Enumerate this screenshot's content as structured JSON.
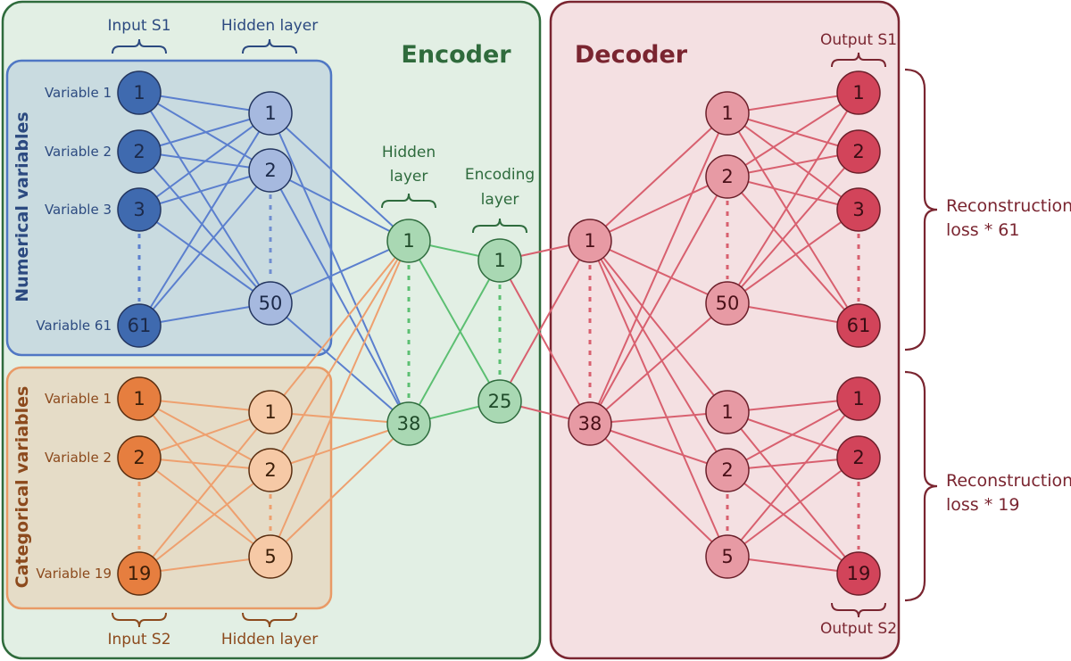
{
  "encoder_title": "Encoder",
  "decoder_title": "Decoder",
  "numerical_group": "Numerical variables",
  "categorical_group": "Categorical variables",
  "headers": {
    "input_s1": "Input S1",
    "hidden_top": "Hidden layer",
    "input_s2": "Input S2",
    "hidden_bottom": "Hidden layer",
    "hidden_mid_1": "Hidden",
    "hidden_mid_2": "layer",
    "encoding_1": "Encoding",
    "encoding_2": "layer",
    "output_s1": "Output S1",
    "output_s2": "Output S2"
  },
  "losses": {
    "s1_line1": "Reconstruction",
    "s1_line2": "loss * 61",
    "s2_line1": "Reconstruction",
    "s2_line2": "loss * 19"
  },
  "colors": {
    "blue_fill": "#3f6aaf",
    "blue_light": "#a6b9df",
    "blue_line": "#5b7fce",
    "blue_text": "#2c4a80",
    "orange_fill": "#e67e3f",
    "orange_light": "#f6c9a6",
    "orange_line": "#eea06f",
    "orange_text": "#8c4a1d",
    "green_fill": "#a9d8b3",
    "green_line": "#5cbf72",
    "green_text": "#2e6b3d",
    "red_fill": "#d2445a",
    "red_light": "#e79aa4",
    "red_line": "#d8606f",
    "red_text": "#7a2530"
  },
  "numerical_inputs": [
    {
      "label": "Variable 1",
      "num": "1"
    },
    {
      "label": "Variable 2",
      "num": "2"
    },
    {
      "label": "Variable 3",
      "num": "3"
    },
    {
      "label": "Variable 61",
      "num": "61"
    }
  ],
  "numerical_hidden": [
    "1",
    "2",
    "50"
  ],
  "categorical_inputs": [
    {
      "label": "Variable 1",
      "num": "1"
    },
    {
      "label": "Variable 2",
      "num": "2"
    },
    {
      "label": "Variable 19",
      "num": "19"
    }
  ],
  "categorical_hidden": [
    "1",
    "2",
    "5"
  ],
  "enc_hidden": [
    "1",
    "38"
  ],
  "enc_encoding": [
    "1",
    "25"
  ],
  "dec_hidden": [
    "1",
    "38"
  ],
  "dec_h1": [
    "1",
    "2",
    "50"
  ],
  "dec_out1": [
    "1",
    "2",
    "3",
    "61"
  ],
  "dec_h2": [
    "1",
    "2",
    "5"
  ],
  "dec_out2": [
    "1",
    "2",
    "19"
  ]
}
